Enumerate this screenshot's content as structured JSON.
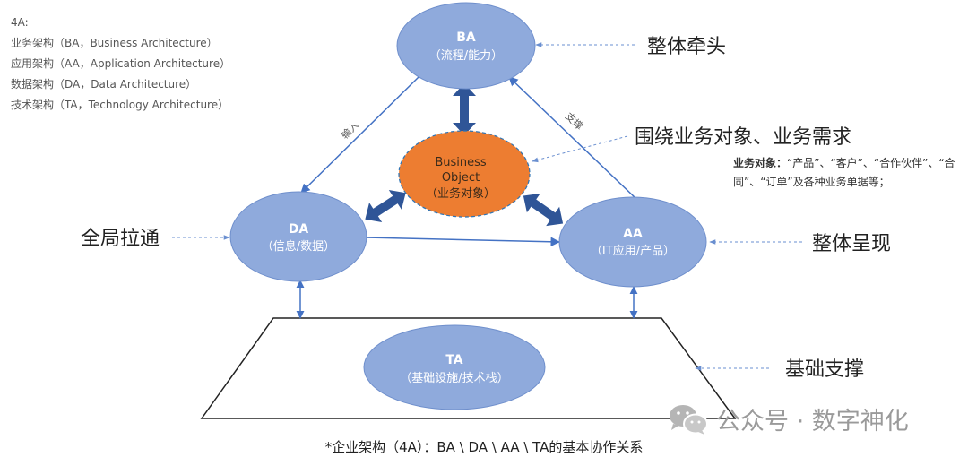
{
  "legend": {
    "title": "4A:",
    "items": [
      "业务架构（BA，Business Architecture）",
      "应用架构（AA，Application Architecture）",
      "数据架构（DA，Data Architecture）",
      "技术架构（TA，Technology Architecture）"
    ]
  },
  "nodes": {
    "ba": {
      "label": "BA",
      "sub": "（流程/能力）"
    },
    "bo": {
      "line1": "Business",
      "line2": "Object",
      "line3": "（业务对象）"
    },
    "da": {
      "label": "DA",
      "sub": "（信息/数据）"
    },
    "aa": {
      "label": "AA",
      "sub": "（IT应用/产品）"
    },
    "ta": {
      "label": "TA",
      "sub": "（基础设施/技术栈）"
    }
  },
  "edges": {
    "input_label": "输入",
    "support_label": "支撑"
  },
  "annotations": {
    "ba": "整体牵头",
    "bo": "围绕业务对象、业务需求",
    "da": "全局拉通",
    "aa": "整体呈现",
    "ta": "基础支撑"
  },
  "note": {
    "bold": "业务对象：",
    "text": "“产品”、“客户”、“合作伙伴”、“合同”、“订单”及各种业务单据等；"
  },
  "watermark": "公众号 · 数字神化",
  "caption": "*企业架构（4A）：BA \\ DA \\ AA \\ TA的基本协作关系",
  "colors": {
    "node_fill": "#8faadc",
    "node_stroke": "#6f8fcc",
    "bo_fill": "#ed7d31",
    "arrow": "#4472c4",
    "fat_arrow": "#2f5597"
  }
}
